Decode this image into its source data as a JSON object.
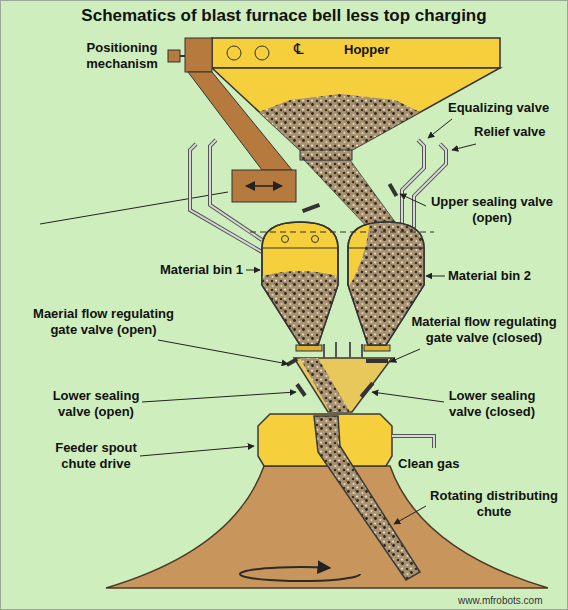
{
  "diagram": {
    "title": "Schematics of blast furnace bell less top charging",
    "labels": [
      "Positioning mechanism",
      "℄",
      "Hopper",
      "Equalizing valve",
      "Relief valve",
      "Upper sealing valve (open)",
      "Material bin 1",
      "Material bin 2",
      "Maerial flow regulating gate valve (open)",
      "Material flow regulating gate valve (closed)",
      "Lower sealing valve (open)",
      "Lower sealing valve (closed)",
      "Feeder spout chute drive",
      "Clean gas",
      "Rotating distributing chute",
      "www.mfrobots.com"
    ]
  }
}
